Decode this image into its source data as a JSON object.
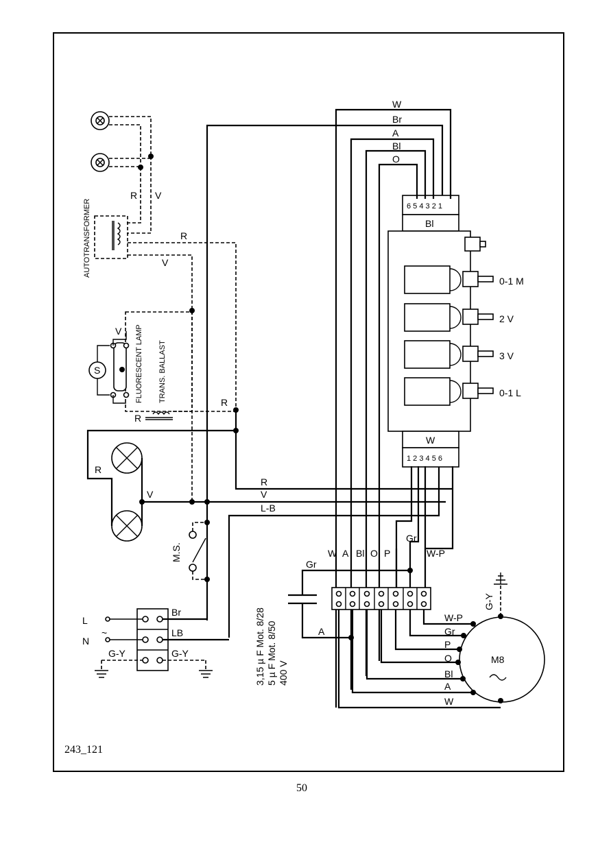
{
  "diagram_id": "243_121",
  "page_number": "50",
  "labels": {
    "autotransformer": "AUTOTRANSFORMER",
    "fluorescent_lamp": "FLUORESCENT LAMP",
    "trans_ballast": "TRANS. BALLAST",
    "starter": "S",
    "microswitch": "M.S.",
    "line": "L",
    "neutral": "N",
    "motor": "M8",
    "capacitor_line1": "3,15 µ F Mot. 8/28",
    "capacitor_line2": "5 µ F Mot. 8/50",
    "capacitor_line3": "400 V"
  },
  "wire_colors": {
    "W": "W",
    "Br": "Br",
    "A": "A",
    "Bl": "Bl",
    "O": "O",
    "R": "R",
    "V": "V",
    "LB": "L-B",
    "LB_term": "LB",
    "GY": "G-Y",
    "Gr": "Gr",
    "P": "P",
    "WP": "W-P"
  },
  "connector_top": {
    "label": "Bl",
    "pins": "6 5 4 3 2 1"
  },
  "connector_bottom": {
    "label": "W",
    "pins": "1 2 3 4 5 6"
  },
  "switch_positions": [
    "0-1  M",
    "2  V",
    "3  V",
    "0-1  L"
  ],
  "terminal_labels": [
    "W",
    "A",
    "Bl",
    "O",
    "P"
  ]
}
